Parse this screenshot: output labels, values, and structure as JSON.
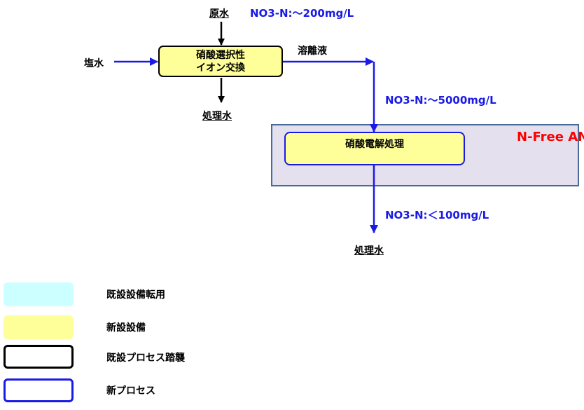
{
  "diagram": {
    "raw_water_label": "原水",
    "raw_water_conc": "NO3-N:～200mg/L",
    "brine_label": "塩水",
    "ion_exchange_line1": "硝酸選択性",
    "ion_exchange_line2": "イオン交換",
    "treated_water_top": "処理水",
    "eluate_label": "溶離液",
    "eluate_conc": "NO3-N:～5000mg/L",
    "electrolysis_label": "硝酸電解処理",
    "system_name": "N-Free AN",
    "final_conc": "NO3-N:＜100mg/L",
    "treated_water_bottom": "処理水"
  },
  "colors": {
    "new_process_blue": "#1a1ae6",
    "existing_process_black": "#000000",
    "existing_equipment_cyan": "#ccffff",
    "new_equipment_yellow": "#ffff99",
    "system_label_red": "#ff0000",
    "container_fill": "#e4e0ee",
    "container_border": "#4a6a99"
  },
  "legend": [
    {
      "label": "既設設備転用",
      "type": "fill-cyan"
    },
    {
      "label": "新設設備",
      "type": "fill-yellow"
    },
    {
      "label": "既設プロセス踏襲",
      "type": "border-black"
    },
    {
      "label": "新プロセス",
      "type": "border-blue"
    }
  ]
}
